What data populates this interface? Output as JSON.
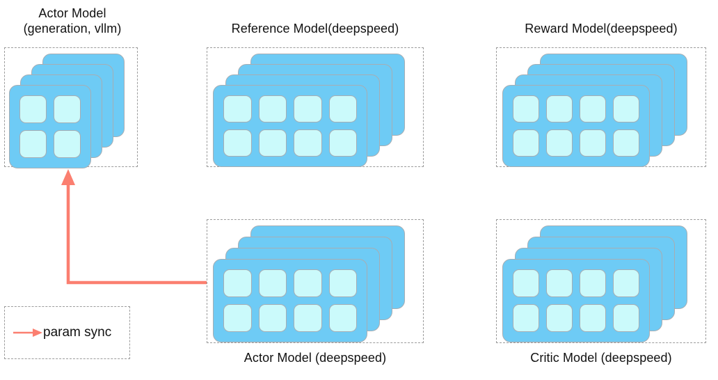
{
  "diagram": {
    "title": "RLHF model placement diagram",
    "colors": {
      "card_fill": "#6ECBF5",
      "cell_fill": "#CBFAFB",
      "card_border": "#a7adb3",
      "group_border": "#9b9b9b",
      "arrow": "#FB7F70",
      "text": "#111111",
      "background": "#ffffff"
    },
    "groups": [
      {
        "id": "actor-vllm",
        "label": "Actor Model\n(generation, vllm)",
        "label_position": "above",
        "grid": "2x2",
        "cards": 4,
        "cells": 4
      },
      {
        "id": "reference",
        "label": "Reference Model(deepspeed)",
        "label_position": "above",
        "grid": "4x2",
        "cards": 4,
        "cells": 8
      },
      {
        "id": "reward",
        "label": "Reward Model(deepspeed)",
        "label_position": "above",
        "grid": "4x2",
        "cards": 4,
        "cells": 8
      },
      {
        "id": "actor-deepspeed",
        "label": "Actor Model (deepspeed)",
        "label_position": "below",
        "grid": "4x2",
        "cards": 4,
        "cells": 8
      },
      {
        "id": "critic",
        "label": "Critic Model (deepspeed)",
        "label_position": "below",
        "grid": "4x2",
        "cards": 4,
        "cells": 8
      }
    ],
    "connector": {
      "from": "actor-deepspeed",
      "to": "actor-vllm",
      "kind": "param-sync-arrow",
      "direction": "up"
    },
    "legend": {
      "label": "param sync",
      "arrow_direction": "right"
    }
  }
}
